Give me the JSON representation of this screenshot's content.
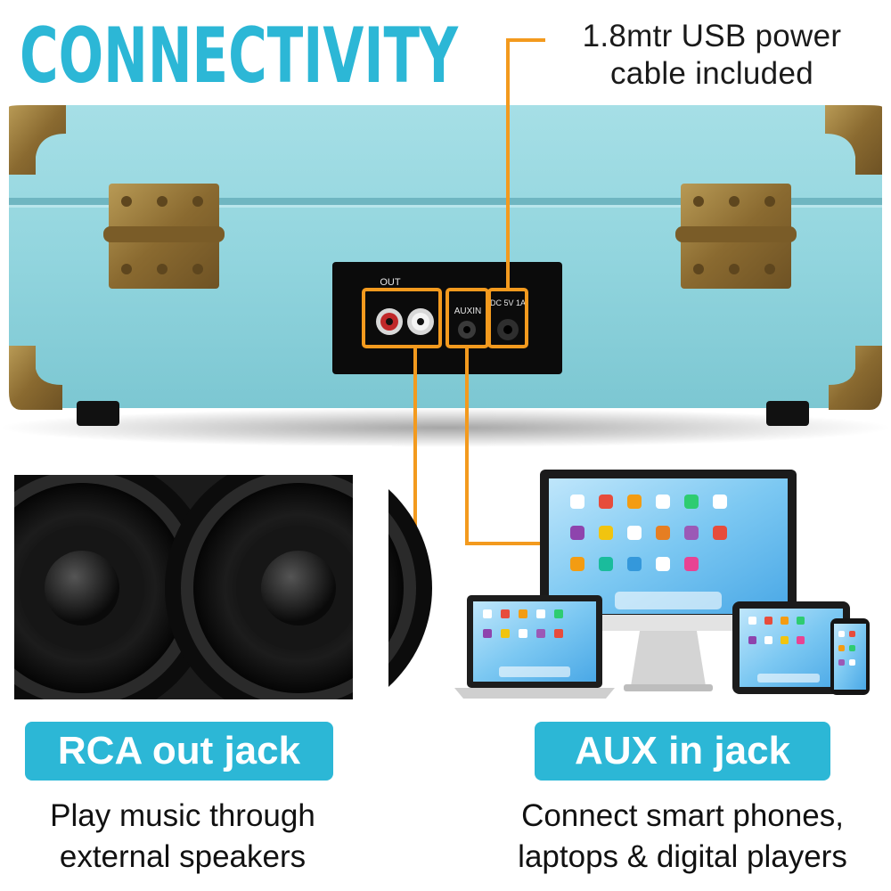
{
  "headline": "CONNECTIVITY",
  "usb_callout": {
    "line1": "1.8mtr USB power",
    "line2": "cable included"
  },
  "panel_labels": {
    "out": "OUT",
    "aux_in": "AUXIN",
    "dc": "DC 5V 1A"
  },
  "left_feature": {
    "badge": "RCA out jack",
    "line1": "Play music through",
    "line2": "external speakers"
  },
  "right_feature": {
    "badge": "AUX in jack",
    "line1": "Connect smart phones,",
    "line2": "laptops & digital players"
  },
  "colors": {
    "headline": "#2cb7d6",
    "badge": "#2cb7d6",
    "callout_line": "#f39a1e",
    "case": "#8fd3dc",
    "corner_metal": "#9a7a3a"
  },
  "icons": [
    "speaker-icon",
    "monitor-icon",
    "laptop-icon",
    "tablet-icon",
    "phone-icon"
  ]
}
